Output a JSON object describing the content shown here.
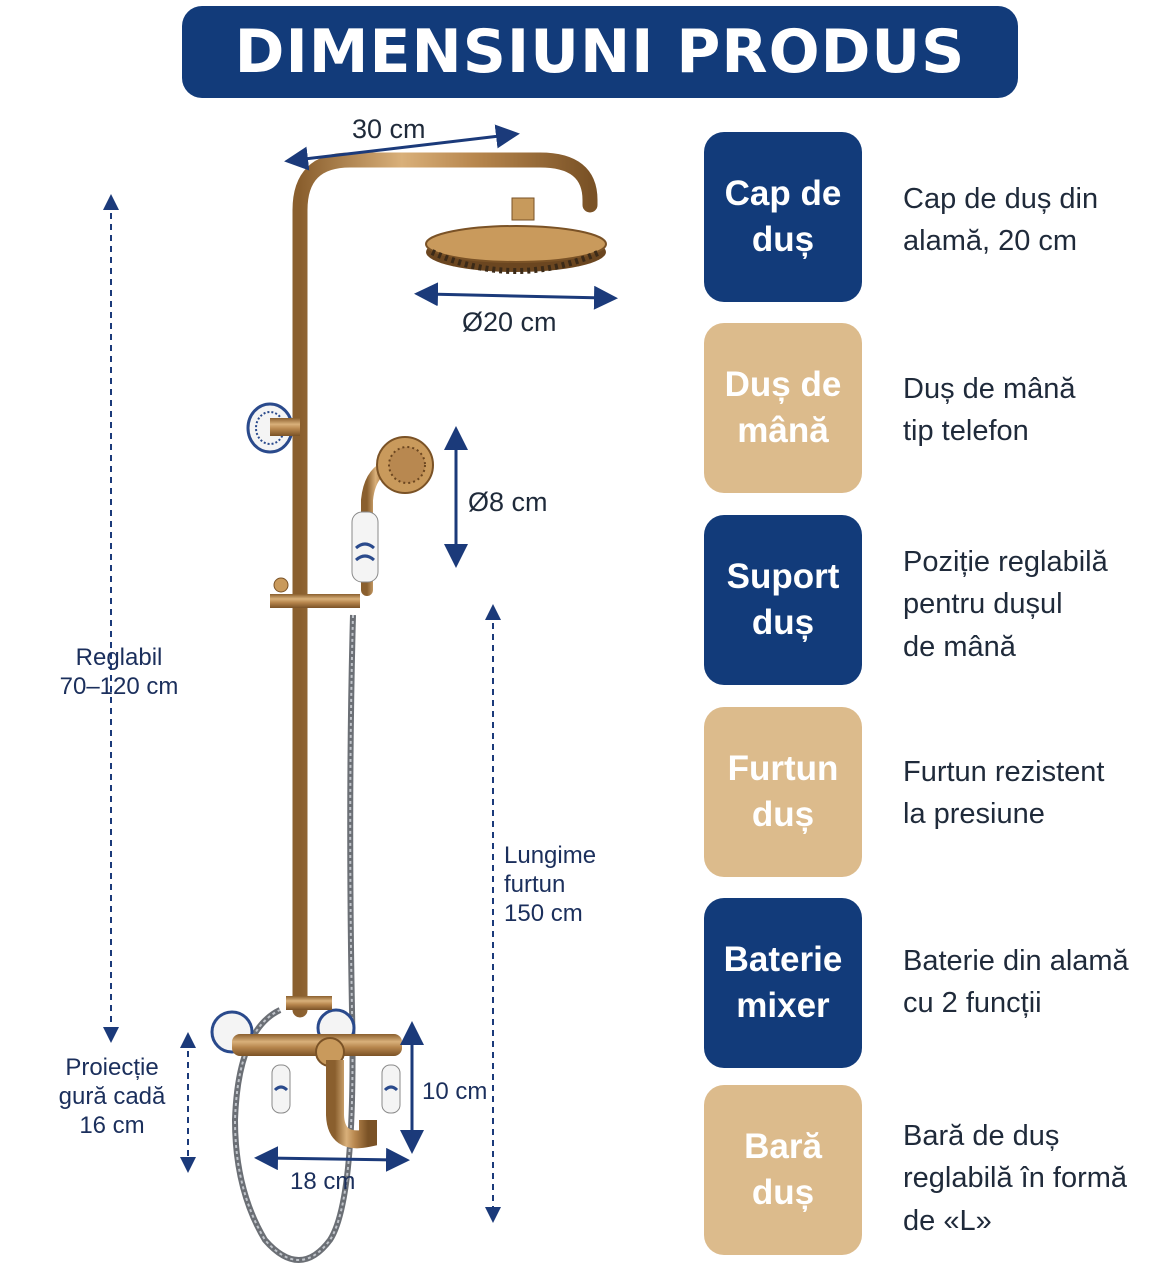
{
  "title": "DIMENSIUNI PRODUS",
  "dimensions": {
    "top_width": "30 cm",
    "head_diameter": "Ø20 cm",
    "hand_diameter": "Ø8 cm",
    "adjustable": [
      "Reglabil",
      "70–120 cm"
    ],
    "hose_length": [
      "Lungime",
      "furtun",
      "150 cm"
    ],
    "spout_projection": [
      "Proiecție",
      "gură cadă",
      "16 cm"
    ],
    "mixer_height": "10 cm",
    "mixer_width": "18 cm"
  },
  "features": [
    {
      "title": [
        "Cap de",
        "duș"
      ],
      "color": "navy",
      "desc": [
        "Cap de duș din",
        "alamă, 20 cm"
      ]
    },
    {
      "title": [
        "Duș de",
        "mână"
      ],
      "color": "tan",
      "desc": [
        "Duș de mână",
        "tip telefon"
      ]
    },
    {
      "title": [
        "Suport",
        "duș"
      ],
      "color": "navy",
      "desc": [
        "Poziție reglabilă",
        "pentru dușul",
        "de mână"
      ]
    },
    {
      "title": [
        "Furtun",
        "duș"
      ],
      "color": "tan",
      "desc": [
        "Furtun rezistent",
        "la presiune"
      ]
    },
    {
      "title": [
        "Baterie",
        "mixer"
      ],
      "color": "navy",
      "desc": [
        "Baterie din alamă",
        "cu 2 funcții"
      ]
    },
    {
      "title": [
        "Bară",
        "duș"
      ],
      "color": "tan",
      "desc": [
        "Bară de duș",
        "reglabilă în formă",
        "de «L»"
      ]
    }
  ],
  "colors": {
    "navy": "#123b7a",
    "tan": "#dcbb8c",
    "brass": "#b8874e"
  }
}
